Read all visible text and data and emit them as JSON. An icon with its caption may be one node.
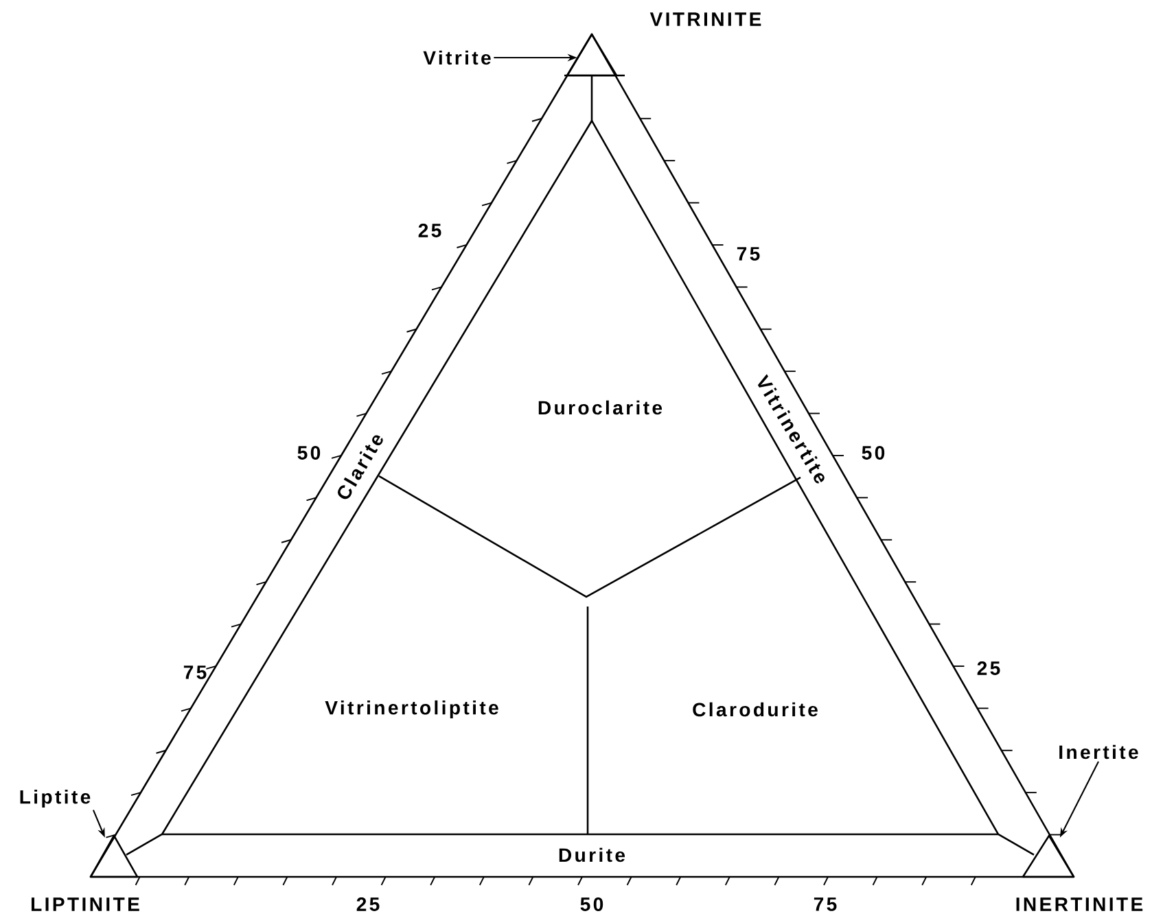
{
  "diagram": {
    "nodes": [
      {
        "text": [
          "Vitrite"
        ]
      },
      {
        "text": [],
        "shape": "triangle",
        "beside": [
          "VITRINITE"
        ]
      },
      {
        "text": [
          "Liptite"
        ]
      },
      {
        "text": [],
        "shape": "triangle",
        "beside": [
          "LIPTINITE"
        ]
      },
      {
        "text": [
          "Inertite"
        ]
      },
      {
        "text": [],
        "shape": "triangle",
        "beside": [
          "INERTINITE"
        ]
      }
    ],
    "edges": [
      {
        "from": 0,
        "to": 1,
        "arrow": "to"
      },
      {
        "from": 2,
        "to": 3,
        "arrow": "to"
      },
      {
        "from": 4,
        "to": 5,
        "arrow": "to"
      }
    ],
    "labels": [
      "25",
      "75",
      "Duroclarite",
      "Clarite",
      "Vitrinertite",
      "50",
      "50",
      "75",
      "25",
      "Vitrinertoliptite",
      "Clarodurite",
      "Durite",
      "25",
      "50",
      "75"
    ]
  }
}
